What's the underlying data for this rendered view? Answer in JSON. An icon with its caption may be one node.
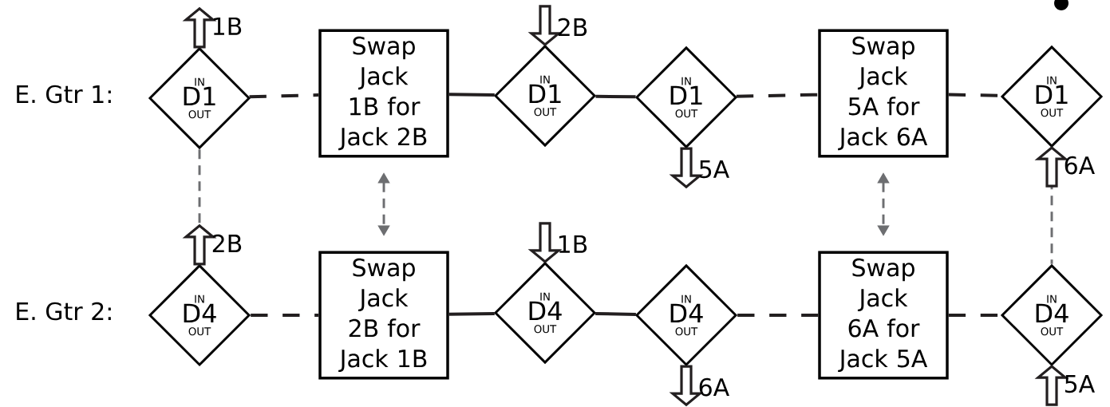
{
  "diagram": {
    "nodes": [
      {
        "text": [
          "IN",
          "D1",
          "OUT"
        ]
      },
      {
        "text": [
          "Swap Jack 1B for Jack 2B"
        ]
      },
      {
        "text": [
          "IN",
          "D1",
          "OUT"
        ]
      },
      {
        "text": [
          "IN",
          "D1",
          "OUT"
        ]
      },
      {
        "text": [
          "Swap Jack 5A for Jack 6A"
        ]
      },
      {
        "text": [
          "IN",
          "D1",
          "OUT"
        ]
      },
      {
        "text": [
          "IN",
          "D4",
          "OUT"
        ]
      },
      {
        "text": [
          "Swap Jack 2B for Jack 1B"
        ]
      },
      {
        "text": [
          "IN",
          "D4",
          "OUT"
        ]
      },
      {
        "text": [
          "IN",
          "D4",
          "OUT"
        ]
      },
      {
        "text": [
          "Swap Jack 6A for Jack 5A"
        ]
      },
      {
        "text": [
          "IN",
          "D4",
          "OUT"
        ]
      }
    ],
    "edges": [
      {
        "from": 0,
        "to": 1,
        "arrow": "none",
        "style": "dashed"
      },
      {
        "from": 1,
        "to": 2,
        "arrow": "none"
      },
      {
        "from": 2,
        "to": 3,
        "arrow": "none"
      },
      {
        "from": 3,
        "to": 4,
        "arrow": "none",
        "style": "dashed"
      },
      {
        "from": 4,
        "to": 5,
        "arrow": "none",
        "style": "dashed"
      },
      {
        "from": 6,
        "to": 7,
        "arrow": "none",
        "style": "dashed"
      },
      {
        "from": 7,
        "to": 8,
        "arrow": "none"
      },
      {
        "from": 8,
        "to": 9,
        "arrow": "none"
      },
      {
        "from": 9,
        "to": 10,
        "arrow": "none",
        "style": "dashed"
      },
      {
        "from": 10,
        "to": 11,
        "arrow": "none",
        "style": "dashed"
      },
      {
        "from": 0,
        "to": 6,
        "arrow": "none",
        "style": "dashed",
        "color": "#6d6e71"
      },
      {
        "from": 1,
        "to": 7,
        "arrow": "both",
        "style": "dashed",
        "color": "#6d6e71"
      },
      {
        "from": 4,
        "to": 10,
        "arrow": "both",
        "style": "dashed",
        "color": "#6d6e71"
      },
      {
        "from": 5,
        "to": 11,
        "arrow": "none",
        "style": "dashed",
        "color": "#6d6e71"
      },
      {
        "from": 0,
        "to": null,
        "arrow": "to",
        "label": "1B"
      },
      {
        "from": null,
        "to": 2,
        "arrow": "to",
        "label": "2B"
      },
      {
        "from": 3,
        "to": null,
        "arrow": "to",
        "label": "5A"
      },
      {
        "from": null,
        "to": 5,
        "arrow": "to",
        "label": "6A"
      },
      {
        "from": 6,
        "to": null,
        "arrow": "to",
        "label": "2B"
      },
      {
        "from": null,
        "to": 8,
        "arrow": "to",
        "label": "1B"
      },
      {
        "from": 9,
        "to": null,
        "arrow": "to",
        "label": "6A"
      },
      {
        "from": null,
        "to": 11,
        "arrow": "to",
        "label": "5A"
      }
    ],
    "labels": [
      "E. Gtr 1:",
      "E. Gtr 2:"
    ]
  }
}
